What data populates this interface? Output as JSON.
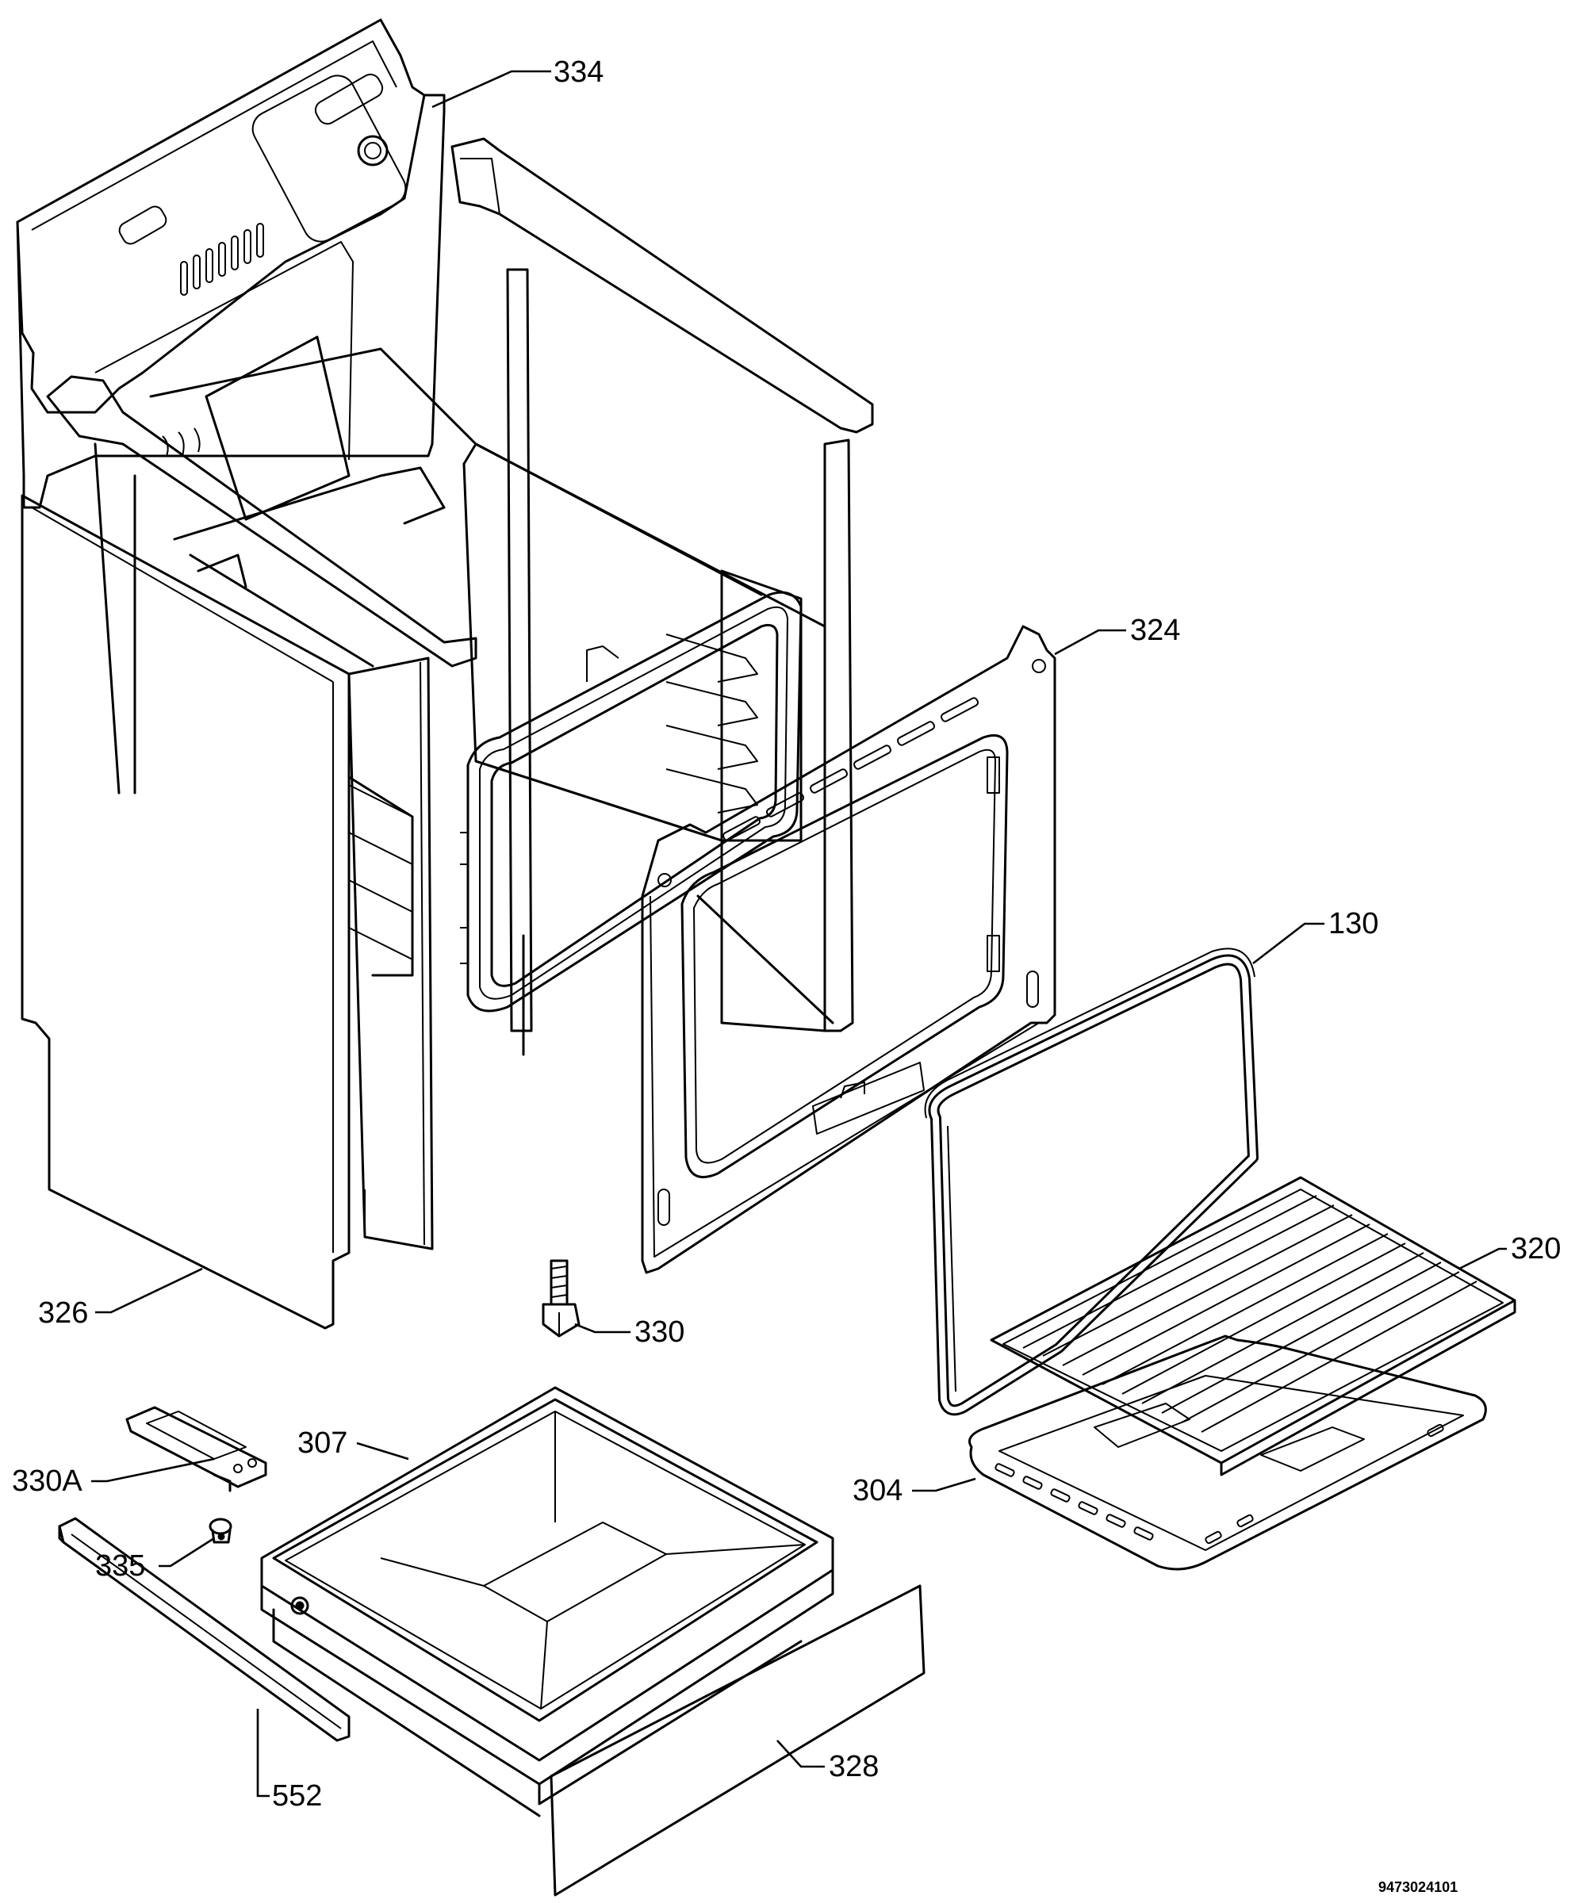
{
  "callouts": [
    {
      "id": "334",
      "text": "334"
    },
    {
      "id": "324",
      "text": "324"
    },
    {
      "id": "130",
      "text": "130"
    },
    {
      "id": "320",
      "text": "320"
    },
    {
      "id": "326",
      "text": "326"
    },
    {
      "id": "330",
      "text": "330"
    },
    {
      "id": "307",
      "text": "307"
    },
    {
      "id": "330A",
      "text": "330A"
    },
    {
      "id": "304",
      "text": "304"
    },
    {
      "id": "335",
      "text": "335"
    },
    {
      "id": "328",
      "text": "328"
    },
    {
      "id": "552",
      "text": "552"
    }
  ],
  "document_number": "9473024101",
  "colors": {
    "ink": "#000000",
    "paper": "#ffffff"
  }
}
